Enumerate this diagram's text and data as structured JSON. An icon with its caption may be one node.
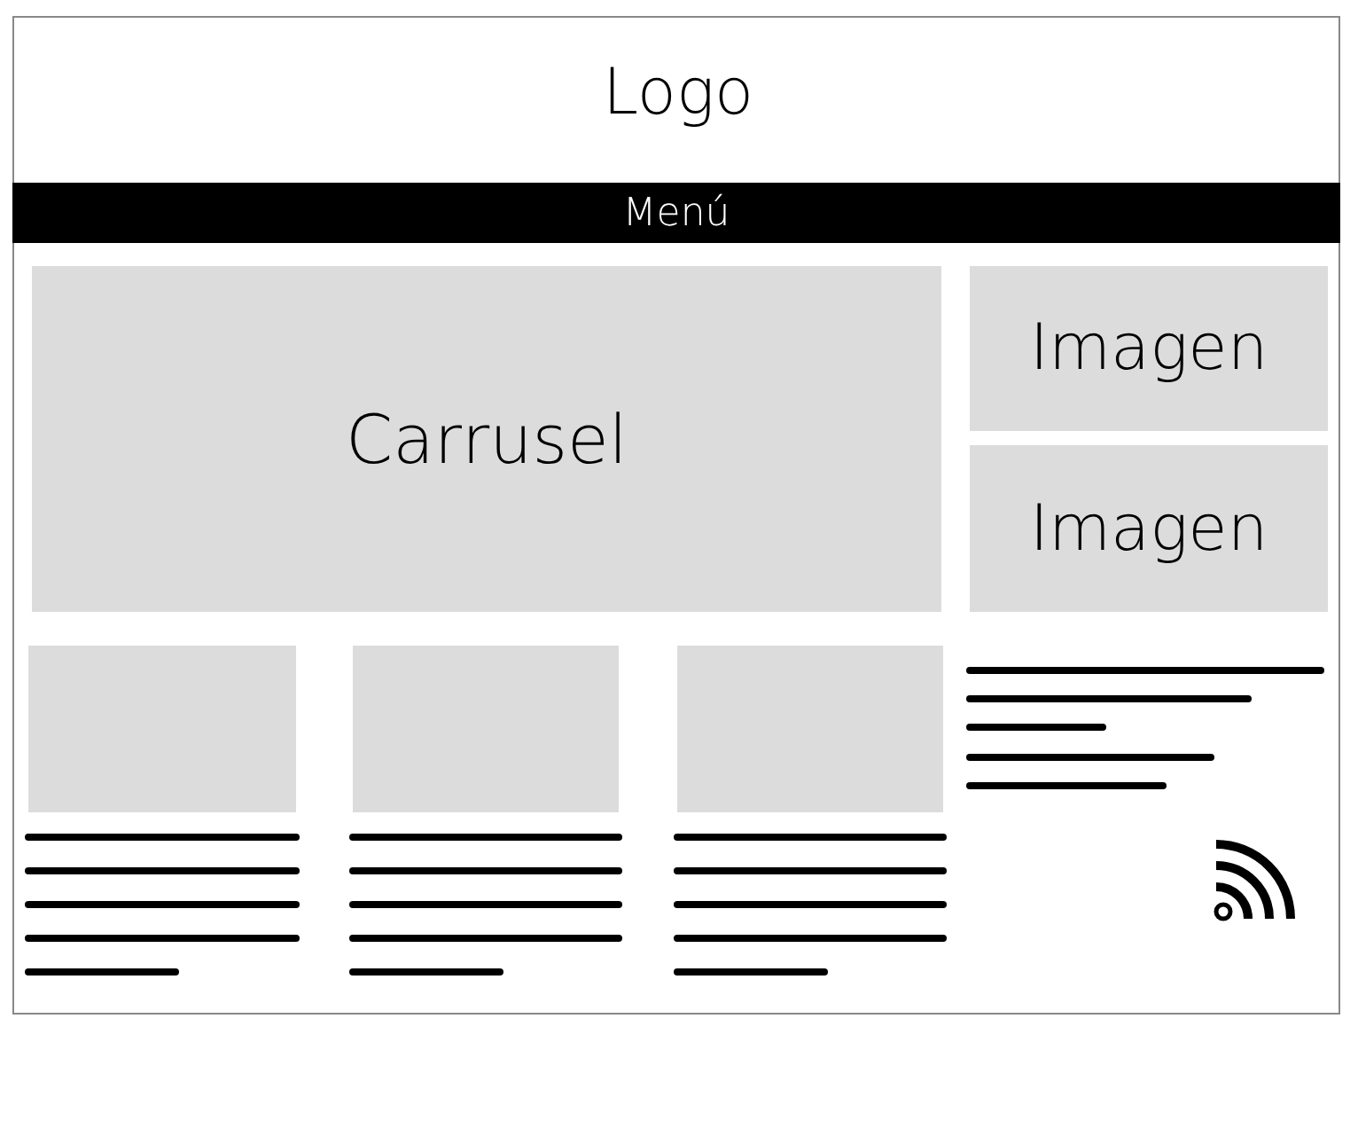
{
  "diagram": {
    "nodes": [
      {
        "text": [
          "Menú"
        ]
      },
      {
        "text": [
          "Carrusel"
        ]
      },
      {
        "text": [
          "Imagen"
        ]
      },
      {
        "text": [
          "Imagen"
        ]
      },
      {
        "text": [],
        "shape": "box"
      },
      {
        "text": [],
        "shape": "box"
      },
      {
        "text": [],
        "shape": "box"
      }
    ],
    "labels": [
      "Logo"
    ]
  }
}
